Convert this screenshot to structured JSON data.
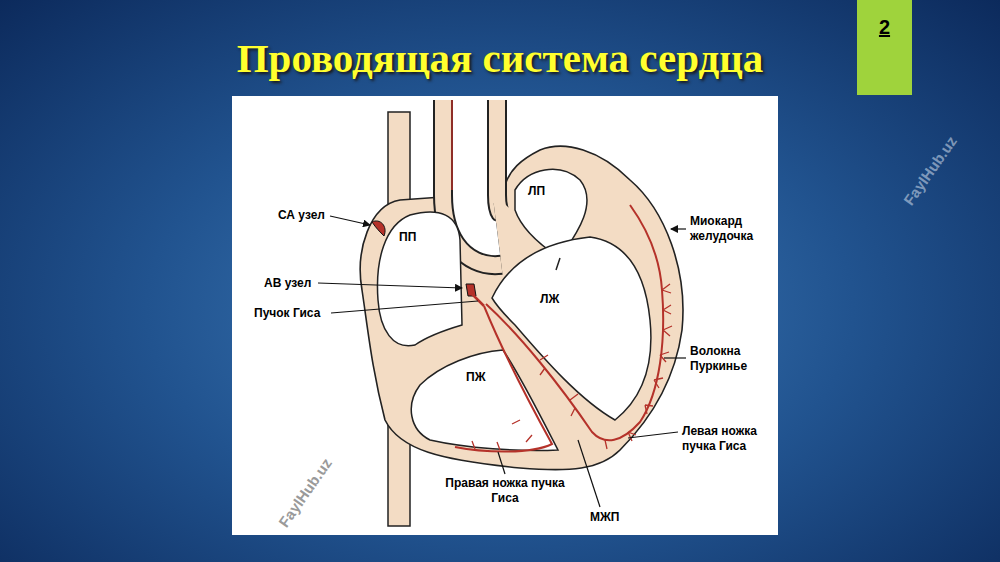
{
  "diagram": {
    "title": "Проводящая система сердца",
    "nodes": [
      {
        "text": [
          "2"
        ]
      }
    ],
    "labels": [
      "СА узел",
      "ПП",
      "ЛП",
      "Миокард желудочка",
      "АВ узел",
      "Пучок Гиса",
      "ЛЖ",
      "Волокна Пуркинье",
      "ПЖ",
      "Левая ножка пучка Гиса",
      "Правая ножка пучка Гиса",
      "МЖП",
      "FaylHub.uz",
      "FaylHub.uz"
    ]
  }
}
